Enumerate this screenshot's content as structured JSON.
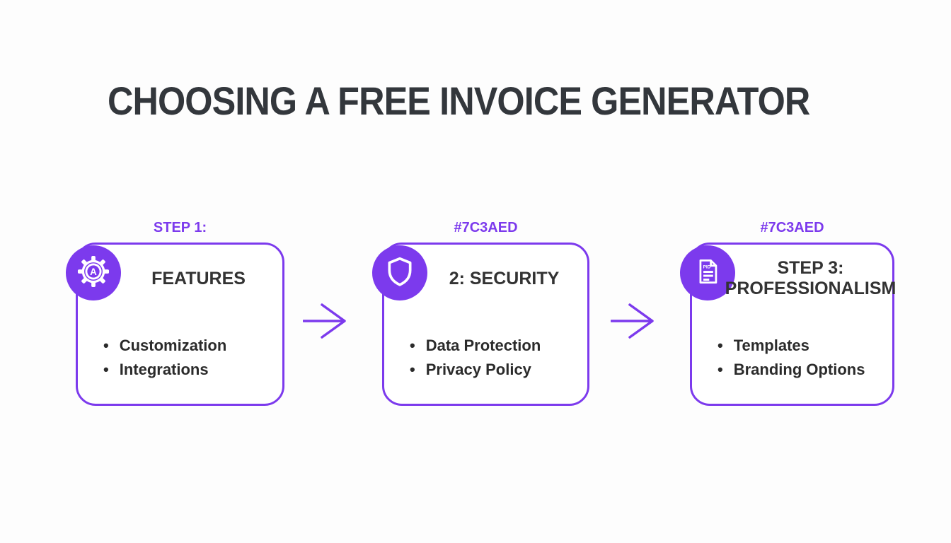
{
  "title": "CHOOSING A FREE INVOICE GENERATOR",
  "colors": {
    "accent": "#7C3AED",
    "title_text": "#33373C",
    "body_text": "#2B2B2B",
    "card_bg": "#FFFFFF",
    "page_bg": "#FDFDFD"
  },
  "bullet_char": "•",
  "steps": [
    {
      "label": "STEP 1:",
      "icon": "gear-a-icon",
      "heading": "FEATURES",
      "bullets": [
        "Customization",
        "Integrations"
      ]
    },
    {
      "label": "#7C3AED",
      "icon": "shield-icon",
      "heading": "2: SECURITY",
      "bullets": [
        "Data Protection",
        "Privacy Policy"
      ]
    },
    {
      "label": "#7C3AED",
      "icon": "document-icon",
      "heading": "STEP 3: PROFESSIONALISM",
      "bullets": [
        "Templates",
        "Branding Options"
      ]
    }
  ]
}
